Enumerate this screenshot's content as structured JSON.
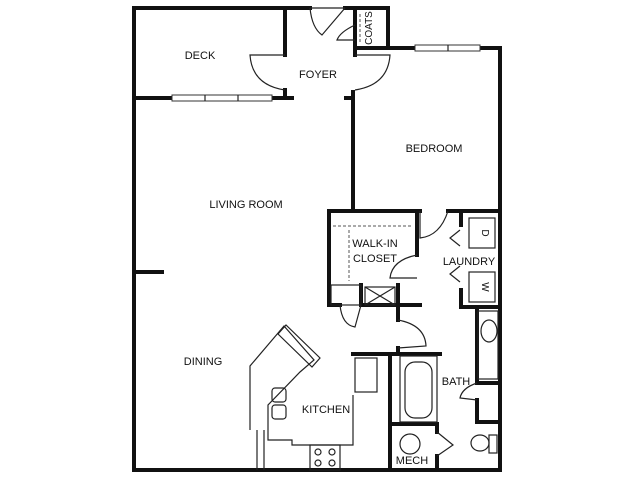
{
  "rooms": {
    "deck": "DECK",
    "foyer": "FOYER",
    "coats": "COATS",
    "bedroom": "BEDROOM",
    "living_room": "LIVING ROOM",
    "walk_in_closet_line1": "WALK-IN",
    "walk_in_closet_line2": "CLOSET",
    "laundry": "LAUNDRY",
    "dining": "DINING",
    "kitchen": "KITCHEN",
    "bath": "BATH",
    "mech": "MECH"
  },
  "appliances": {
    "dryer": "D",
    "washer": "W"
  }
}
